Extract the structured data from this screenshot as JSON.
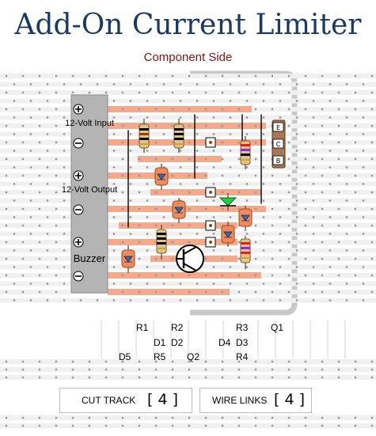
{
  "header": {
    "title": "Add-On Current Limiter",
    "subtitle": "Component Side"
  },
  "connectors": {
    "input": "12-Volt Input",
    "output": "12-Volt Output",
    "buzzer": "Buzzer"
  },
  "transistor_pins": [
    "E",
    "C",
    "B"
  ],
  "component_labels": [
    {
      "text": "R1",
      "col": 1
    },
    {
      "text": "R2",
      "col": 2
    },
    {
      "text": "R3",
      "col": 5
    },
    {
      "text": "Q1",
      "col": 6
    },
    {
      "text": "D1",
      "col": 1
    },
    {
      "text": "D2",
      "col": 2
    },
    {
      "text": "D4",
      "col": 4
    },
    {
      "text": "D3",
      "col": 5
    },
    {
      "text": "D5",
      "col": 0
    },
    {
      "text": "R5",
      "col": 1
    },
    {
      "text": "Q2",
      "col": 3
    },
    {
      "text": "R4",
      "col": 5
    }
  ],
  "legend": {
    "cut_track_label": "CUT TRACK",
    "cut_track_count": "[ 4 ]",
    "wire_links_label": "WIRE LINKS",
    "wire_links_count": "[ 4 ]"
  },
  "colors": {
    "title": "#1a3a66",
    "subtitle": "#8b1010",
    "track_highlight": "#f4a98a",
    "terminal_block": "#b4b4b4",
    "enclosure": "#c8c8c8"
  }
}
